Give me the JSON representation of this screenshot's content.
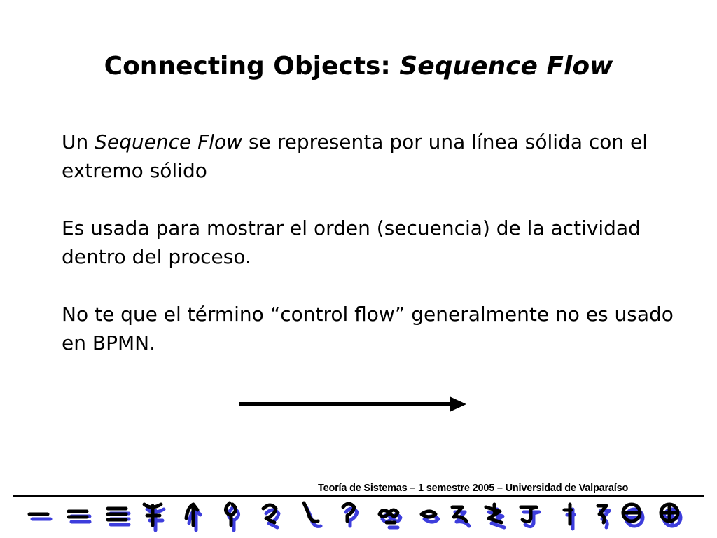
{
  "title": {
    "prefix": "Connecting Objects: ",
    "emphasis": "Sequence Flow"
  },
  "paragraphs": [
    {
      "lead": "Un ",
      "emphasis": "Sequence Flow",
      "rest": " se representa por una línea sólida con el extremo sólido"
    },
    {
      "text": "Es usada para mostrar el orden (secuencia) de la actividad dentro del proceso."
    },
    {
      "text": "No te que el término “control flow” generalmente no es usado en BPMN."
    }
  ],
  "footer": {
    "text": "Teoría de Sistemas – 1 semestre 2005 – Universidad de Valparaíso",
    "glyph_color": "#1c1cd6"
  },
  "colors": {
    "background": "#ffffff",
    "text": "#000000",
    "glyph_shadow": "#1c1cd6"
  }
}
